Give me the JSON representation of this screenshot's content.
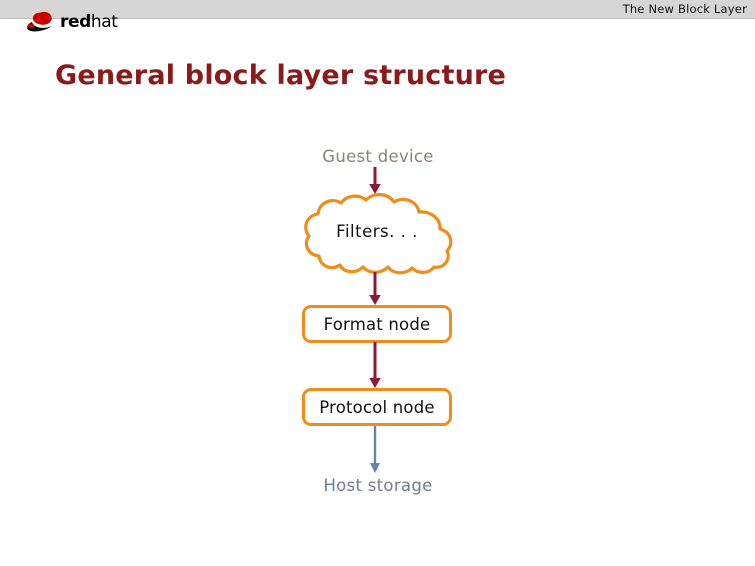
{
  "header": {
    "title": "The New Block Layer",
    "logo": {
      "word_red": "red",
      "word_hat": "hat",
      "mark_icon": "redhat-shadowman-icon",
      "mark_color": "#cc0000"
    },
    "band_color": "#d6d6d6"
  },
  "slide": {
    "title": "General block layer structure",
    "title_color": "#8b1a1a"
  },
  "diagram": {
    "accent_orange": "#f08c1a",
    "arrow_red": "#8b1a33",
    "arrow_blue": "#6a82a8",
    "guest_label_color": "#8c8279",
    "host_label_color": "#6d7d9c",
    "nodes": {
      "guest_device": "Guest device",
      "filters": "Filters. . .",
      "format_node": "Format node",
      "protocol_node": "Protocol node",
      "host_storage": "Host storage"
    },
    "arrows": [
      {
        "name": "guest-to-cloud",
        "color": "#8b1a33"
      },
      {
        "name": "cloud-to-format",
        "color": "#8b1a33"
      },
      {
        "name": "format-to-protocol",
        "color": "#8b1a33"
      },
      {
        "name": "protocol-to-host",
        "color": "#6a82a8"
      }
    ]
  }
}
